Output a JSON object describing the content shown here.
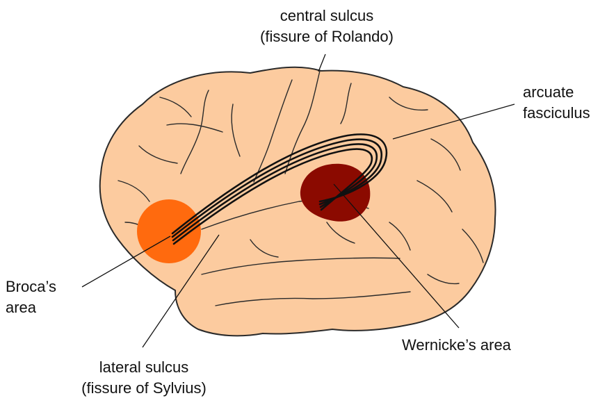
{
  "labels": {
    "central_sulcus": {
      "line1": "central sulcus",
      "line2": "(fissure of Rolando)"
    },
    "arcuate_fasciculus": {
      "line1": "arcuate",
      "line2": "fasciculus"
    },
    "brocas_area": {
      "line1": "Broca’s",
      "line2": "area"
    },
    "wernickes_area": {
      "line1": "Wernicke’s area"
    },
    "lateral_sulcus": {
      "line1": "lateral sulcus",
      "line2": "(fissure of Sylvius)"
    }
  },
  "colors": {
    "brain_fill": "#FCCB9F",
    "brain_outline": "#2a2a2a",
    "brocas_area": "#FF6A0E",
    "wernickes_area": "#8B0A00",
    "fasciculus": "#111111",
    "leader_lines": "#111111"
  }
}
